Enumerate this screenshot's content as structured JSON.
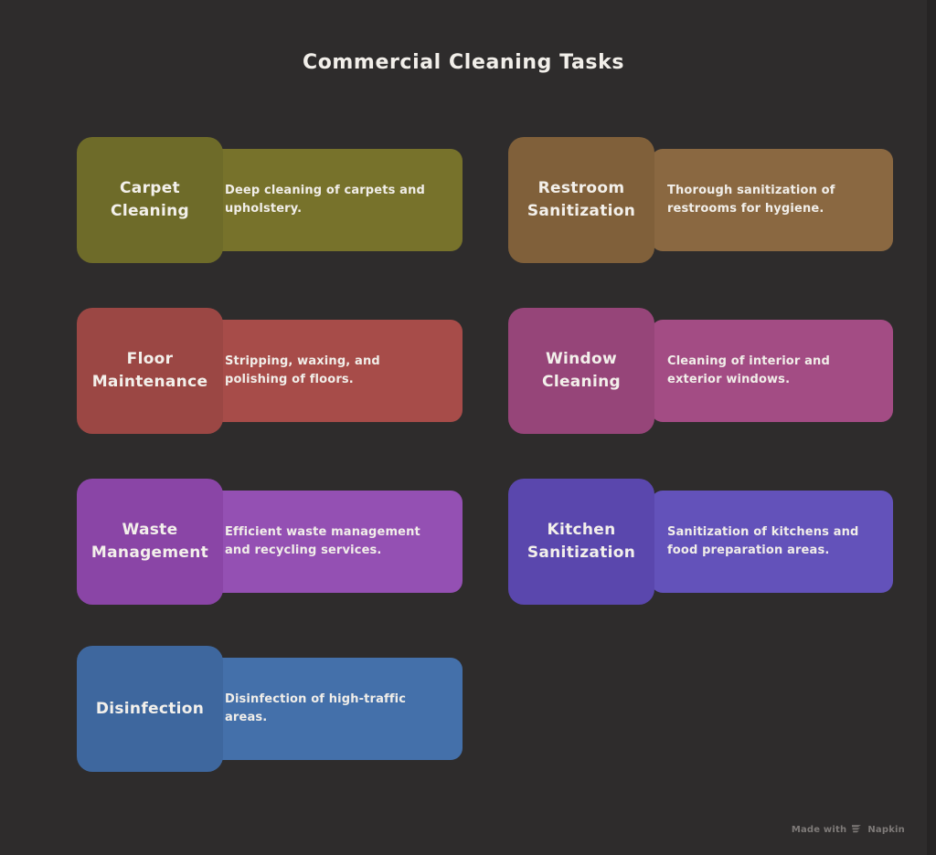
{
  "page": {
    "title": "Commercial Cleaning Tasks",
    "background_color": "#2E2C2C",
    "title_color": "#F2EFEA",
    "text_color": "#F1EEE9"
  },
  "watermark": {
    "prefix": "Made with",
    "brand": "Napkin",
    "logo_icon": "napkin-logo-icon",
    "color": "#7E7A78"
  },
  "cards": [
    {
      "label": "Carpet\nCleaning",
      "description": "Deep cleaning of carpets and upholstery.",
      "label_color": "#6E6B29",
      "desc_color": "#77722B",
      "column": "left",
      "row": 1
    },
    {
      "label": "Restroom\nSanitization",
      "description": "Thorough sanitization of restrooms for hygiene.",
      "label_color": "#80603A",
      "desc_color": "#8A6841",
      "column": "right",
      "row": 1
    },
    {
      "label": "Floor\nMaintenance",
      "description": "Stripping, waxing, and polishing of floors.",
      "label_color": "#9B4744",
      "desc_color": "#A74C49",
      "column": "left",
      "row": 2
    },
    {
      "label": "Window\nCleaning",
      "description": "Cleaning of interior and exterior windows.",
      "label_color": "#964579",
      "desc_color": "#A34C84",
      "column": "right",
      "row": 2
    },
    {
      "label": "Waste\nManagement",
      "description": "Efficient waste management and recycling services.",
      "label_color": "#8A45A6",
      "desc_color": "#9450B3",
      "column": "left",
      "row": 3
    },
    {
      "label": "Kitchen\nSanitization",
      "description": "Sanitization of kitchens and food preparation areas.",
      "label_color": "#5A47AD",
      "desc_color": "#6352BA",
      "column": "right",
      "row": 3
    },
    {
      "label": "Disinfection",
      "description": "Disinfection of high-traffic areas.",
      "label_color": "#3E679E",
      "desc_color": "#4470AA",
      "column": "left",
      "row": 4
    }
  ]
}
